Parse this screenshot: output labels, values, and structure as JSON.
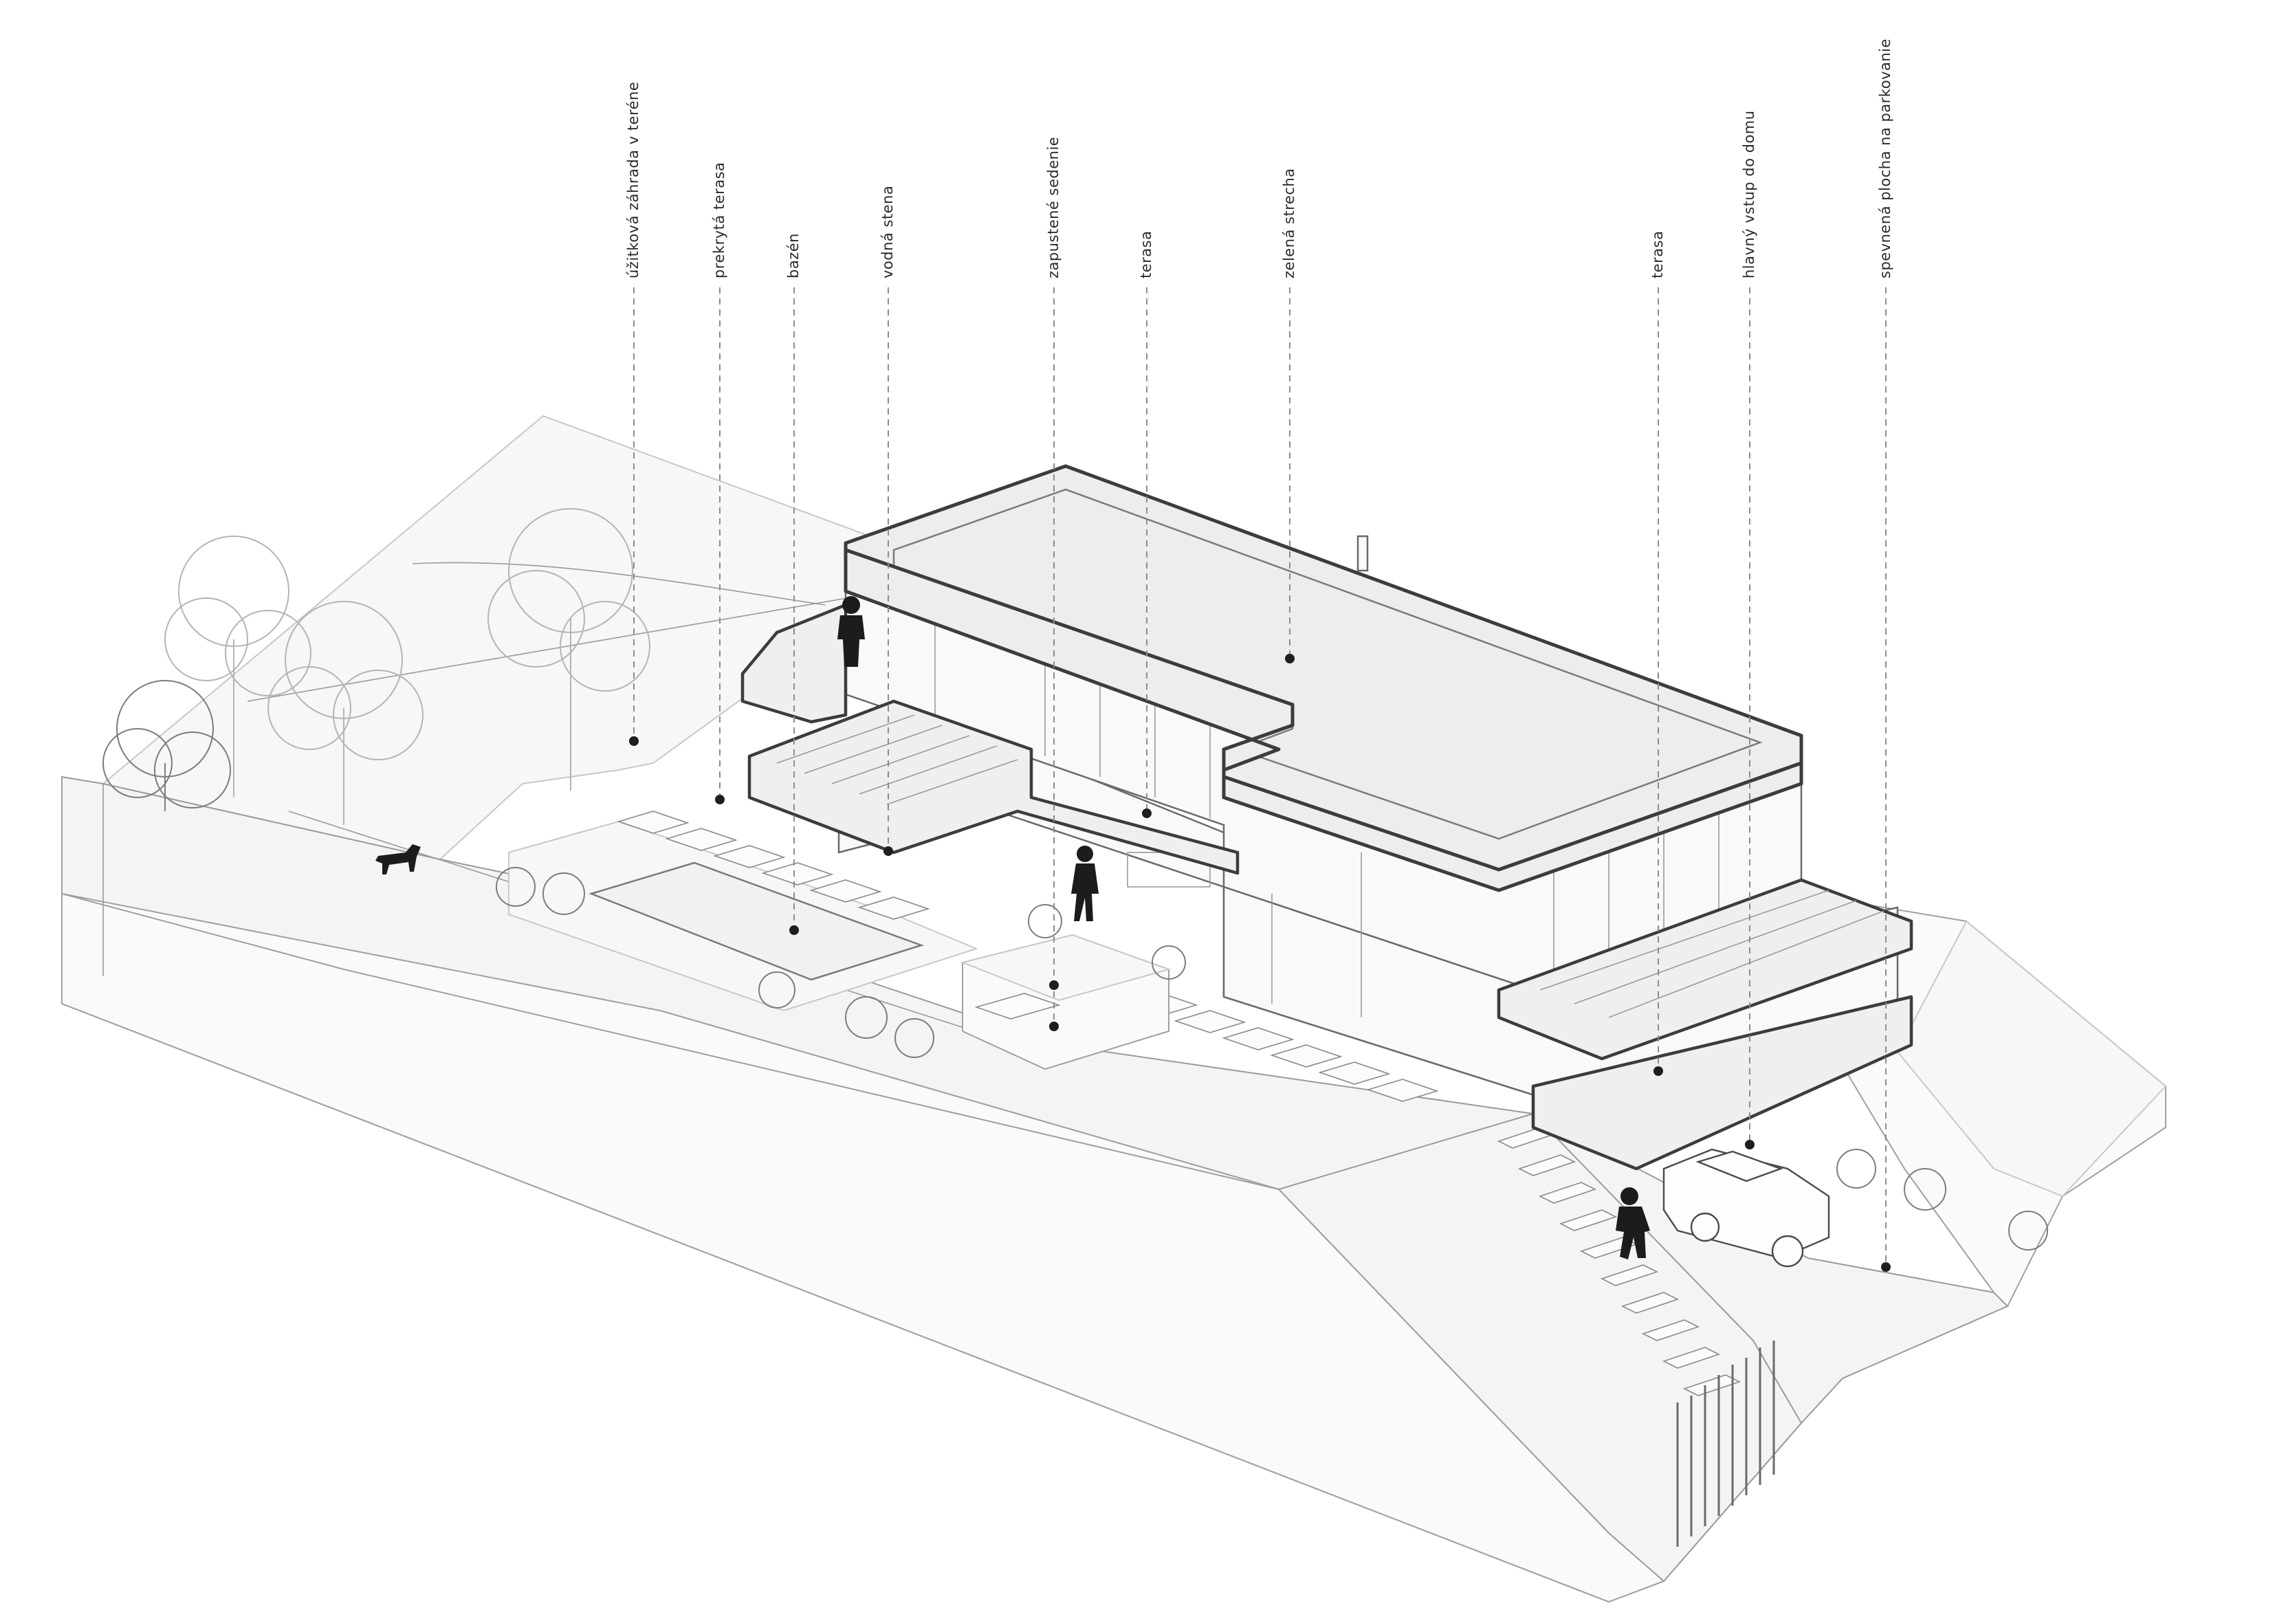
{
  "labels": {
    "uzitkova_zahrada": "úžitková záhrada v teréne",
    "prekryta_terasa": "prekrytá terasa",
    "bazen": "bazén",
    "vodna_stena": "vodná stena",
    "zapustene_sedenie": "zapustené sedenie",
    "terasa_upper": "terasa",
    "zelena_strecha": "zelená strecha",
    "terasa_lower": "terasa",
    "hlavny_vstup": "hlavný vstup do domu",
    "spevnena_plocha": "spevnená plocha na parkovanie"
  },
  "colors": {
    "ink": "#2a2a2a",
    "outline": "#3c3c3c",
    "leader": "#8c8c8c",
    "ground": "#f4f4f4",
    "figure": "#1c1c1c"
  },
  "icons": [
    "person-silhouette",
    "dog-silhouette",
    "car-outline",
    "tree-outline",
    "shrub-outline"
  ]
}
